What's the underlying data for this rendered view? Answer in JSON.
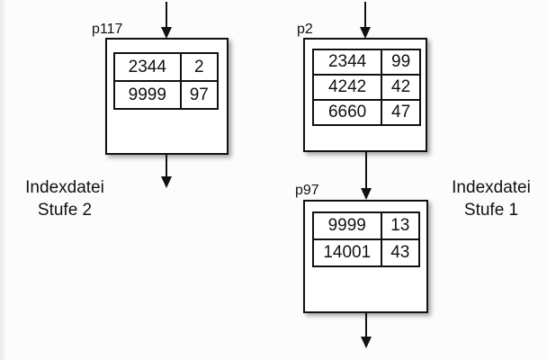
{
  "colors": {
    "ink": "#111111",
    "box_fill": "#ffffff",
    "background": "#fcfcfc"
  },
  "captions": {
    "left": {
      "line1": "Indexdatei",
      "line2": "Stufe 2"
    },
    "right": {
      "line1": "Indexdatei",
      "line2": "Stufe 1"
    }
  },
  "nodes": [
    {
      "id": "p117",
      "label": "p117",
      "rows": [
        [
          "2344",
          "2"
        ],
        [
          "9999",
          "97"
        ]
      ]
    },
    {
      "id": "p2",
      "label": "p2",
      "rows": [
        [
          "2344",
          "99"
        ],
        [
          "4242",
          "42"
        ],
        [
          "6660",
          "47"
        ]
      ]
    },
    {
      "id": "p97",
      "label": "p97",
      "rows": [
        [
          "9999",
          "13"
        ],
        [
          "14001",
          "43"
        ]
      ]
    }
  ]
}
